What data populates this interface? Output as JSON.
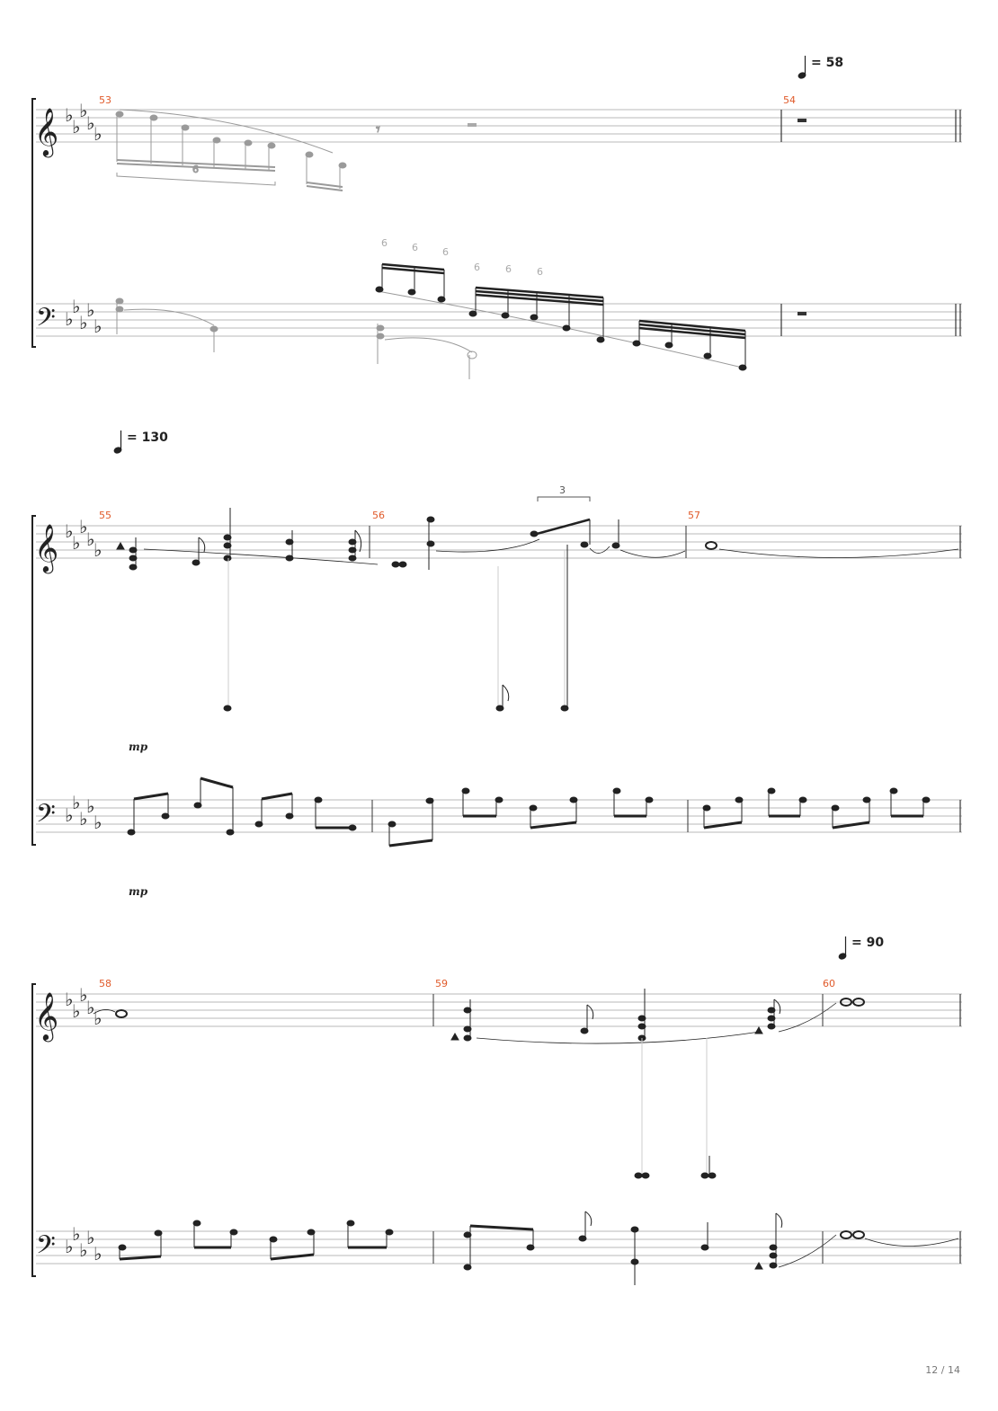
{
  "page": {
    "page_number": "12 / 14"
  },
  "systems": [
    {
      "measures": [
        "53",
        "54"
      ],
      "tempo": {
        "value": "= 58"
      },
      "dynamics": []
    },
    {
      "measures": [
        "55",
        "56",
        "57"
      ],
      "tempo": {
        "value": "= 130"
      },
      "dynamics": [
        "mp",
        "mp"
      ],
      "tuplet": "3"
    },
    {
      "measures": [
        "58",
        "59",
        "60"
      ],
      "tempo": {
        "value": "= 90"
      },
      "dynamics": []
    }
  ],
  "tuplets_grey": [
    "6",
    "6",
    "6",
    "6",
    "6",
    "6",
    "6"
  ],
  "icons": {
    "treble_clef": "treble-clef-icon",
    "bass_clef": "bass-clef-icon",
    "flat": "flat-icon",
    "quarter_note": "quarter-note-icon"
  },
  "colors": {
    "measure_number": "#e05a2a",
    "ink": "#222222",
    "ghost": "#9a9a9a"
  }
}
